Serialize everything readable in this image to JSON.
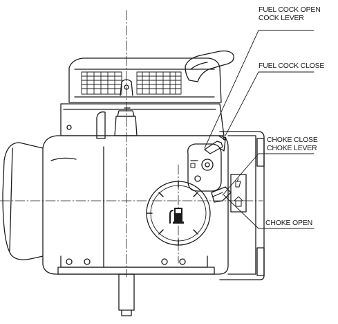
{
  "labels": {
    "fuel_cock_open": "FUEL COCK OPEN",
    "cock_lever": "COCK LEVER",
    "fuel_cock_close": "FUEL COCK CLOSE",
    "choke_close": "CHOKE CLOSE",
    "choke_lever": "CHOKE LEVER",
    "choke_open": "CHOKE OPEN"
  },
  "icons": [
    "fuel-pump-icon",
    "choke-symbol-icon"
  ]
}
